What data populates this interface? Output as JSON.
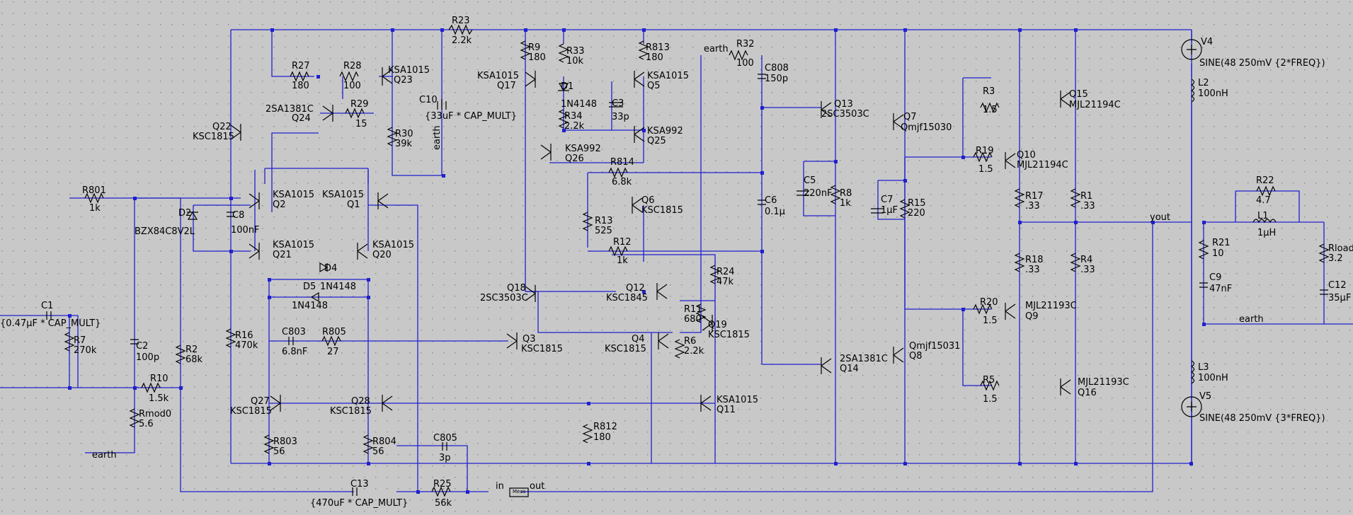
{
  "colors": {
    "background": "#c8c8c8",
    "grid": "#8a8a8a",
    "wire": "#2020d0",
    "component": "#000000"
  },
  "components": {
    "R23": {
      "ref": "R23",
      "val": "2.2k"
    },
    "R27": {
      "ref": "R27",
      "val": "180"
    },
    "R28": {
      "ref": "R28",
      "val": "100"
    },
    "Q23": {
      "ref": "Q23",
      "part": "KSA1015"
    },
    "Q24": {
      "ref": "Q24",
      "part": "2SA1381C"
    },
    "R29": {
      "ref": "R29",
      "val": "15"
    },
    "Q22": {
      "ref": "Q22",
      "part": "KSC1815"
    },
    "R30": {
      "ref": "R30",
      "val": "39k"
    },
    "C10": {
      "ref": "C10",
      "val": "{33uF * CAP_MULT}"
    },
    "R9": {
      "ref": "R9",
      "val": "180"
    },
    "R33": {
      "ref": "R33",
      "val": "10k"
    },
    "R813": {
      "ref": "R813",
      "val": "180"
    },
    "Q17": {
      "ref": "Q17",
      "part": "KSA1015"
    },
    "D1": {
      "ref": "D1",
      "part": "1N4148"
    },
    "Q5": {
      "ref": "Q5",
      "part": "KSA1015"
    },
    "R34": {
      "ref": "R34",
      "val": "2.2k"
    },
    "C3": {
      "ref": "C3",
      "val": "33p"
    },
    "Q25": {
      "ref": "Q25",
      "part": "KSA992"
    },
    "Q26": {
      "ref": "Q26",
      "part": "KSA992"
    },
    "R814": {
      "ref": "R814",
      "val": "6.8k"
    },
    "Q6": {
      "ref": "Q6",
      "part": "KSC1815"
    },
    "R13": {
      "ref": "R13",
      "val": "525"
    },
    "R12": {
      "ref": "R12",
      "val": "1k"
    },
    "R32": {
      "ref": "R32",
      "val": "100"
    },
    "C808": {
      "ref": "C808",
      "val": "150p"
    },
    "C6": {
      "ref": "C6",
      "val": "0.1µ"
    },
    "R24": {
      "ref": "R24",
      "val": "47k"
    },
    "Q13": {
      "ref": "Q13",
      "part": "2SC3503C"
    },
    "Q7": {
      "ref": "Q7",
      "part": "Qmjf15030"
    },
    "C5": {
      "ref": "C5",
      "val": "220nF"
    },
    "R8": {
      "ref": "R8",
      "val": "1k"
    },
    "C7": {
      "ref": "C7",
      "val": "1µF"
    },
    "R15": {
      "ref": "R15",
      "val": "220"
    },
    "R3": {
      "ref": "R3",
      "val": "1.5"
    },
    "Q15": {
      "ref": "Q15",
      "part": "MJL21194C"
    },
    "R19": {
      "ref": "R19",
      "val": "1.5"
    },
    "Q10": {
      "ref": "Q10",
      "part": "MJL21194C"
    },
    "R17": {
      "ref": "R17",
      "val": ".33"
    },
    "R1": {
      "ref": "R1",
      "val": ".33"
    },
    "R18": {
      "ref": "R18",
      "val": ".33"
    },
    "R4": {
      "ref": "R4",
      "val": ".33"
    },
    "R20": {
      "ref": "R20",
      "val": "1.5"
    },
    "Q9": {
      "ref": "Q9",
      "part": "MJL21193C"
    },
    "R5": {
      "ref": "R5",
      "val": "1.5"
    },
    "Q16": {
      "ref": "Q16",
      "part": "MJL21193C"
    },
    "Q14": {
      "ref": "Q14",
      "part": "2SA1381C"
    },
    "Q8": {
      "ref": "Q8",
      "part": "Qmjf15031"
    },
    "R801": {
      "ref": "R801",
      "val": "1k"
    },
    "D2": {
      "ref": "D2",
      "part": "BZX84C8V2L"
    },
    "C8": {
      "ref": "C8",
      "val": "100nF"
    },
    "Q2": {
      "ref": "Q2",
      "part": "KSA1015"
    },
    "Q1": {
      "ref": "Q1",
      "part": "KSA1015"
    },
    "Q21": {
      "ref": "Q21",
      "part": "KSA1015"
    },
    "Q20": {
      "ref": "Q20",
      "part": "KSA1015"
    },
    "D4": {
      "ref": "D4",
      "part": "1N4148"
    },
    "D5": {
      "ref": "D5",
      "part": "1N4148"
    },
    "Q18": {
      "ref": "Q18",
      "part": "2SC3503C"
    },
    "Q12": {
      "ref": "Q12",
      "part": "KSC1845"
    },
    "R11": {
      "ref": "R11",
      "val": "680"
    },
    "Q19": {
      "ref": "Q19",
      "part": "KSC1815"
    },
    "R6": {
      "ref": "R6",
      "val": "2.2k"
    },
    "Q3": {
      "ref": "Q3",
      "part": "KSC1815"
    },
    "Q4": {
      "ref": "Q4",
      "part": "KSC1815"
    },
    "C803": {
      "ref": "C803",
      "val": "6.8nF"
    },
    "R805": {
      "ref": "R805",
      "val": "27"
    },
    "R16": {
      "ref": "R16",
      "val": "470k"
    },
    "C1": {
      "ref": "C1",
      "val": "{0.47µF * CAP_MULT}"
    },
    "R7": {
      "ref": "R7",
      "val": "270k"
    },
    "C2": {
      "ref": "C2",
      "val": "100p"
    },
    "R2": {
      "ref": "R2",
      "val": "68k"
    },
    "R10": {
      "ref": "R10",
      "val": "1.5k"
    },
    "Rmod0": {
      "ref": "Rmod0",
      "val": "5.6"
    },
    "Q27": {
      "ref": "Q27",
      "part": "KSC1815"
    },
    "Q28": {
      "ref": "Q28",
      "part": "KSC1815"
    },
    "R803": {
      "ref": "R803",
      "val": "56"
    },
    "R804": {
      "ref": "R804",
      "val": "56"
    },
    "C805": {
      "ref": "C805",
      "val": "3p"
    },
    "Q11": {
      "ref": "Q11",
      "part": "KSA1015"
    },
    "R812": {
      "ref": "R812",
      "val": "180"
    },
    "C13": {
      "ref": "C13",
      "val": "{470uF * CAP_MULT}"
    },
    "R25": {
      "ref": "R25",
      "val": "56k"
    },
    "V4": {
      "ref": "V4",
      "val": "SINE(48 250mV {2*FREQ})"
    },
    "L2": {
      "ref": "L2",
      "val": "100nH"
    },
    "L3": {
      "ref": "L3",
      "val": "100nH"
    },
    "V5": {
      "ref": "V5",
      "val": "SINE(48 250mV {3*FREQ})"
    },
    "R22": {
      "ref": "R22",
      "val": "4.7"
    },
    "L1": {
      "ref": "L1",
      "val": "1µH"
    },
    "R21": {
      "ref": "R21",
      "val": "10"
    },
    "C9": {
      "ref": "C9",
      "val": "47nF"
    },
    "Rload": {
      "ref": "Rload",
      "val": "3.2"
    },
    "C12": {
      "ref": "C12",
      "val": "35µF"
    }
  },
  "nets": {
    "earth": "earth",
    "yout": "yout",
    "in": "in",
    "out": "out"
  },
  "block": {
    "label": "Meas"
  }
}
